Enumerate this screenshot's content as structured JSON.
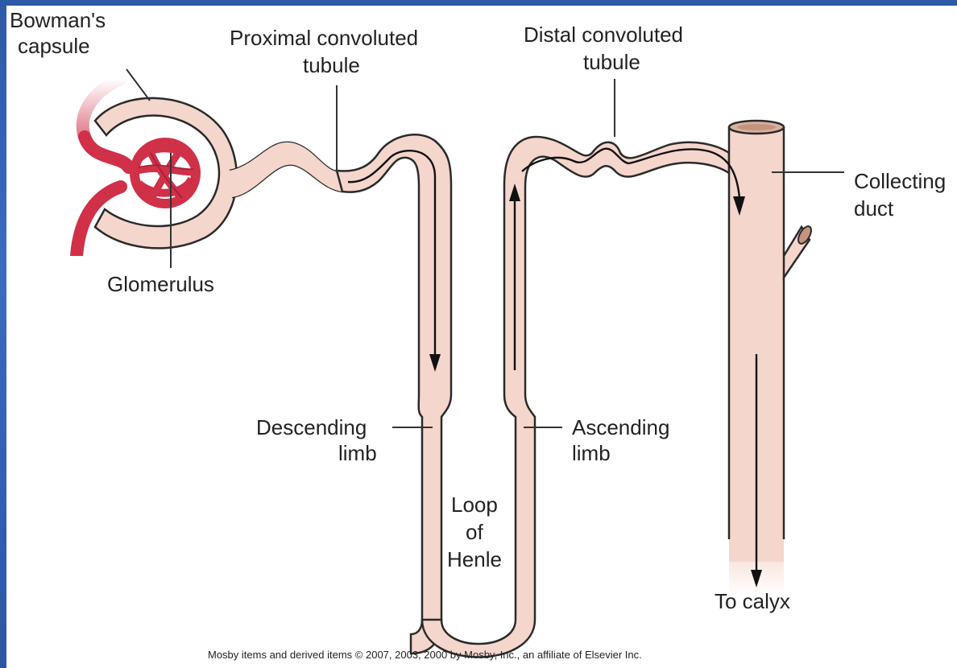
{
  "diagram": {
    "labels": {
      "bowmans_capsule_line1": "Bowman's",
      "bowmans_capsule_line2": "capsule",
      "proximal_line1": "Proximal convoluted",
      "proximal_line2": "tubule",
      "distal_line1": "Distal convoluted",
      "distal_line2": "tubule",
      "collecting_line1": "Collecting",
      "collecting_line2": "duct",
      "glomerulus": "Glomerulus",
      "descending_line1": "Descending",
      "descending_line2": "limb",
      "ascending_line1": "Ascending",
      "ascending_line2": "limb",
      "loop_line1": "Loop",
      "loop_line2": "of",
      "loop_line3": "Henle",
      "calyx": "To calyx"
    },
    "credit": "Mosby items and derived items © 2007, 2003, 2000 by Mosby, Inc., an affiliate of Elsevier Inc.",
    "colors": {
      "tubule_fill": "#f5d6cc",
      "tubule_outline": "#2a2a2a",
      "vessel": "#d03048",
      "background_frame": "#2d5aa8"
    }
  }
}
